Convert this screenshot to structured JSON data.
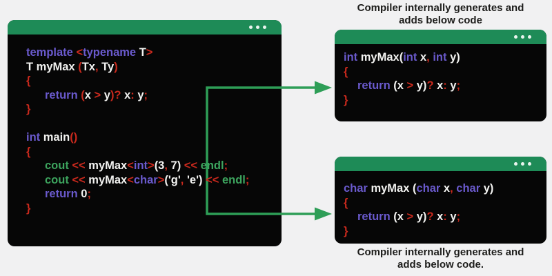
{
  "colors": {
    "page_bg": "#f1f1f2",
    "titlebar_green": "#1e8b57",
    "window_bg": "#060606",
    "arrow_green": "#2e9e57",
    "keyword_purple": "#6a5acd",
    "symbol_red": "#c9291d",
    "plain_white": "#f2f2f0",
    "stream_green": "#3da45e",
    "caption_text": "#1d1d1b",
    "dot": "#e9f4ee"
  },
  "icons": {
    "titlebar_dots": "three-dots"
  },
  "captions": {
    "top": {
      "line1": "Compiler internally generates and",
      "line2": "adds below code"
    },
    "bottom": {
      "line1": "Compiler internally generates and",
      "line2": "adds below code."
    }
  },
  "code_windows": {
    "main": {
      "lines": [
        {
          "ind": false,
          "tokens": [
            {
              "t": "template ",
              "c": "k"
            },
            {
              "t": "<",
              "c": "r"
            },
            {
              "t": "typename",
              "c": "k"
            },
            {
              "t": " T",
              "c": "w"
            },
            {
              "t": ">",
              "c": "r"
            }
          ]
        },
        {
          "ind": false,
          "tokens": [
            {
              "t": "T myMax ",
              "c": "w"
            },
            {
              "t": "(",
              "c": "r"
            },
            {
              "t": "Tx",
              "c": "w"
            },
            {
              "t": ",",
              "c": "r"
            },
            {
              "t": " Ty",
              "c": "w"
            },
            {
              "t": ")",
              "c": "r"
            }
          ]
        },
        {
          "ind": false,
          "tokens": [
            {
              "t": "{",
              "c": "r"
            }
          ]
        },
        {
          "ind": true,
          "tokens": [
            {
              "t": "return ",
              "c": "k"
            },
            {
              "t": "(",
              "c": "r"
            },
            {
              "t": "x ",
              "c": "w"
            },
            {
              "t": ">",
              "c": "r"
            },
            {
              "t": " y",
              "c": "w"
            },
            {
              "t": ")?",
              "c": "r"
            },
            {
              "t": " x",
              "c": "w"
            },
            {
              "t": ":",
              "c": "r"
            },
            {
              "t": " y",
              "c": "w"
            },
            {
              "t": ";",
              "c": "r"
            }
          ]
        },
        {
          "ind": false,
          "tokens": [
            {
              "t": "}",
              "c": "r"
            }
          ]
        },
        {
          "ind": false,
          "tokens": []
        },
        {
          "ind": false,
          "tokens": [
            {
              "t": "int ",
              "c": "k"
            },
            {
              "t": "main",
              "c": "w"
            },
            {
              "t": "()",
              "c": "r"
            }
          ]
        },
        {
          "ind": false,
          "tokens": [
            {
              "t": "{",
              "c": "r"
            }
          ]
        },
        {
          "ind": true,
          "tokens": [
            {
              "t": "cout ",
              "c": "g"
            },
            {
              "t": "<< ",
              "c": "r"
            },
            {
              "t": "myMax",
              "c": "w"
            },
            {
              "t": "<",
              "c": "r"
            },
            {
              "t": "int",
              "c": "k"
            },
            {
              "t": ">",
              "c": "r"
            },
            {
              "t": "(3",
              "c": "w"
            },
            {
              "t": ",",
              "c": "r"
            },
            {
              "t": " 7) ",
              "c": "w"
            },
            {
              "t": "<< ",
              "c": "r"
            },
            {
              "t": "endl",
              "c": "g"
            },
            {
              "t": ";",
              "c": "r"
            }
          ]
        },
        {
          "ind": true,
          "tokens": [
            {
              "t": "cout ",
              "c": "g"
            },
            {
              "t": "<< ",
              "c": "r"
            },
            {
              "t": "myMax",
              "c": "w"
            },
            {
              "t": "<",
              "c": "r"
            },
            {
              "t": "char",
              "c": "k"
            },
            {
              "t": ">",
              "c": "r"
            },
            {
              "t": "('g'",
              "c": "w"
            },
            {
              "t": ",",
              "c": "r"
            },
            {
              "t": " 'e') ",
              "c": "w"
            },
            {
              "t": "<< ",
              "c": "r"
            },
            {
              "t": "endl",
              "c": "g"
            },
            {
              "t": ";",
              "c": "r"
            }
          ]
        },
        {
          "ind": true,
          "tokens": [
            {
              "t": "return ",
              "c": "k"
            },
            {
              "t": "0",
              "c": "w"
            },
            {
              "t": ";",
              "c": "r"
            }
          ]
        },
        {
          "ind": false,
          "tokens": [
            {
              "t": "}",
              "c": "r"
            }
          ]
        }
      ]
    },
    "int_instance": {
      "lines": [
        {
          "ind": false,
          "tokens": [
            {
              "t": "int ",
              "c": "k"
            },
            {
              "t": "myMax(",
              "c": "w"
            },
            {
              "t": "int",
              "c": "k"
            },
            {
              "t": " x",
              "c": "w"
            },
            {
              "t": ",",
              "c": "r"
            },
            {
              "t": " ",
              "c": "w"
            },
            {
              "t": "int",
              "c": "k"
            },
            {
              "t": " y)",
              "c": "w"
            }
          ]
        },
        {
          "ind": false,
          "tokens": [
            {
              "t": "{",
              "c": "r"
            }
          ]
        },
        {
          "ind": true,
          "tokens": [
            {
              "t": "return ",
              "c": "k"
            },
            {
              "t": "(x ",
              "c": "w"
            },
            {
              "t": ">",
              "c": "r"
            },
            {
              "t": " y)",
              "c": "w"
            },
            {
              "t": "?",
              "c": "r"
            },
            {
              "t": " x",
              "c": "w"
            },
            {
              "t": ":",
              "c": "r"
            },
            {
              "t": " y",
              "c": "w"
            },
            {
              "t": ";",
              "c": "r"
            }
          ]
        },
        {
          "ind": false,
          "tokens": [
            {
              "t": "}",
              "c": "r"
            }
          ]
        }
      ]
    },
    "char_instance": {
      "lines": [
        {
          "ind": false,
          "tokens": [
            {
              "t": "char ",
              "c": "k"
            },
            {
              "t": "myMax (",
              "c": "w"
            },
            {
              "t": "char",
              "c": "k"
            },
            {
              "t": " x",
              "c": "w"
            },
            {
              "t": ",",
              "c": "r"
            },
            {
              "t": " ",
              "c": "w"
            },
            {
              "t": "char",
              "c": "k"
            },
            {
              "t": " y)",
              "c": "w"
            }
          ]
        },
        {
          "ind": false,
          "tokens": [
            {
              "t": "{",
              "c": "r"
            }
          ]
        },
        {
          "ind": true,
          "tokens": [
            {
              "t": "return ",
              "c": "k"
            },
            {
              "t": "(x ",
              "c": "w"
            },
            {
              "t": ">",
              "c": "r"
            },
            {
              "t": " y)",
              "c": "w"
            },
            {
              "t": "?",
              "c": "r"
            },
            {
              "t": " x",
              "c": "w"
            },
            {
              "t": ":",
              "c": "r"
            },
            {
              "t": " y",
              "c": "w"
            },
            {
              "t": ";",
              "c": "r"
            }
          ]
        },
        {
          "ind": false,
          "tokens": [
            {
              "t": "}",
              "c": "r"
            }
          ]
        }
      ]
    }
  }
}
